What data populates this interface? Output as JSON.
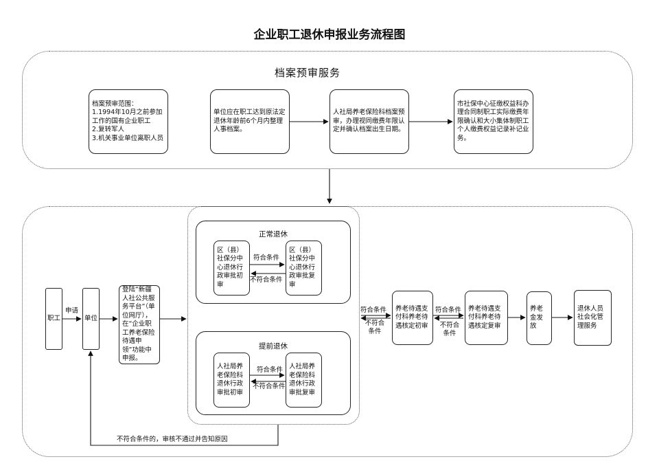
{
  "title": "企业职工退休申报业务流程图",
  "archive_section": {
    "title": "档案预审服务",
    "boxes": {
      "scope": "档案预审范围：\n1.1994年10月之前参加工作的国有企业职工\n2.复转军人\n3.机关事业单位离职人员",
      "unit_prepare": "单位应在职工达到原法定退休年龄前6个月内整理人事档案。",
      "bureau_review": "人社局养老保险科档案预审，办理视同缴费年限认定并确认档案出生日期。",
      "city_center": "市社保中心征缴权益科办理合同制职工实际缴费年限确认和大小集体制职工个人缴费权益记录补记业务。"
    }
  },
  "main_flow": {
    "employee": "职工",
    "apply_label": "申请",
    "unit": "单位",
    "platform": "登陆“新疆人社公共服务平台”（单位网厅），在“企业职工养老保险待遇申领”功能中申报。",
    "normal": {
      "title": "正常退休",
      "first_review": "区（县）社保分中心退休行政审批初审",
      "second_review": "区（县）社保分中心退休行政审批复审",
      "pass": "符合条件",
      "fail": "不符合条件"
    },
    "early": {
      "title": "提前退休",
      "first_review": "人社局养老保险科退休行政审批初审",
      "second_review": "人社局养老保险科退休行政审批复审",
      "pass": "符合条件",
      "fail": "不符合条件"
    },
    "pass_label": "符合条件",
    "fail_label": "不符合条件",
    "payment_first": "养老待遇支付科养老待遇核定初审",
    "payment_pass": "符合条件",
    "payment_fail": "不符合条件",
    "payment_second": "养老待遇支付科养老待遇核定复审",
    "pension_issue": "养老金发放",
    "social_management": "退休人员社会化管理服务",
    "return_note": "不符合条件的，审核不通过并告知原因"
  }
}
